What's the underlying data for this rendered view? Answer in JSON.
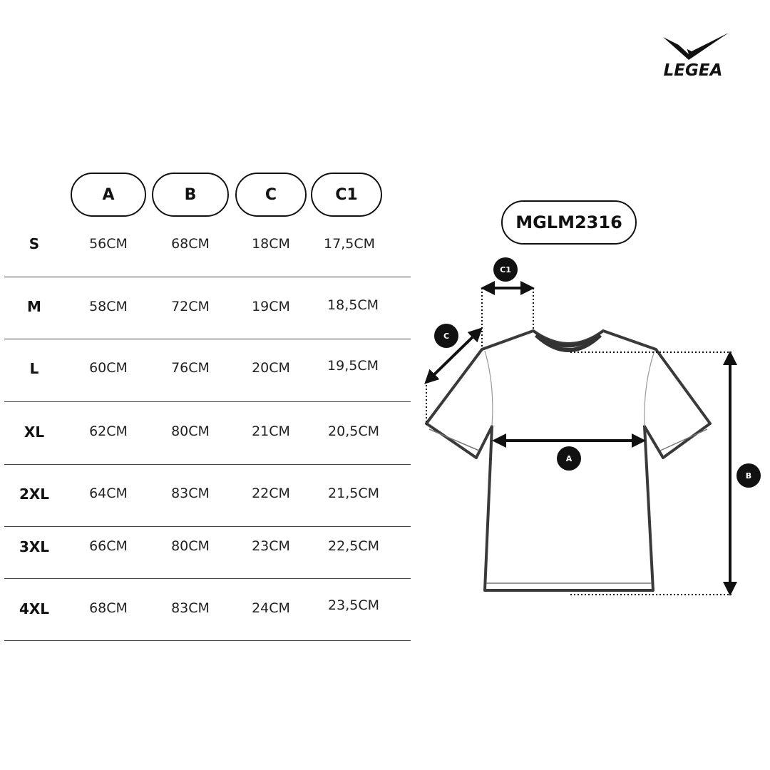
{
  "brand": {
    "name": "LEGEA"
  },
  "model": "MGLM2316",
  "table": {
    "columns": [
      "A",
      "B",
      "C",
      "C1"
    ],
    "rows": [
      {
        "size": "S",
        "values": [
          "56CM",
          "68CM",
          "18CM",
          "17,5CM"
        ]
      },
      {
        "size": "M",
        "values": [
          "58CM",
          "72CM",
          "19CM",
          "18,5CM"
        ]
      },
      {
        "size": "L",
        "values": [
          "60CM",
          "76CM",
          "20CM",
          "19,5CM"
        ]
      },
      {
        "size": "XL",
        "values": [
          "62CM",
          "80CM",
          "21CM",
          "20,5CM"
        ]
      },
      {
        "size": "2XL",
        "values": [
          "64CM",
          "83CM",
          "22CM",
          "21,5CM"
        ]
      },
      {
        "size": "3XL",
        "values": [
          "66CM",
          "80CM",
          "23CM",
          "22,5CM"
        ]
      },
      {
        "size": "4XL",
        "values": [
          "68CM",
          "83CM",
          "24CM",
          "23,5CM"
        ]
      }
    ]
  },
  "diagram": {
    "labels": {
      "a": "A",
      "b": "B",
      "c": "C",
      "c1": "C1"
    }
  },
  "colors": {
    "ink": "#111111",
    "shirt_fill": "#ffffff",
    "collar": "#333333"
  }
}
